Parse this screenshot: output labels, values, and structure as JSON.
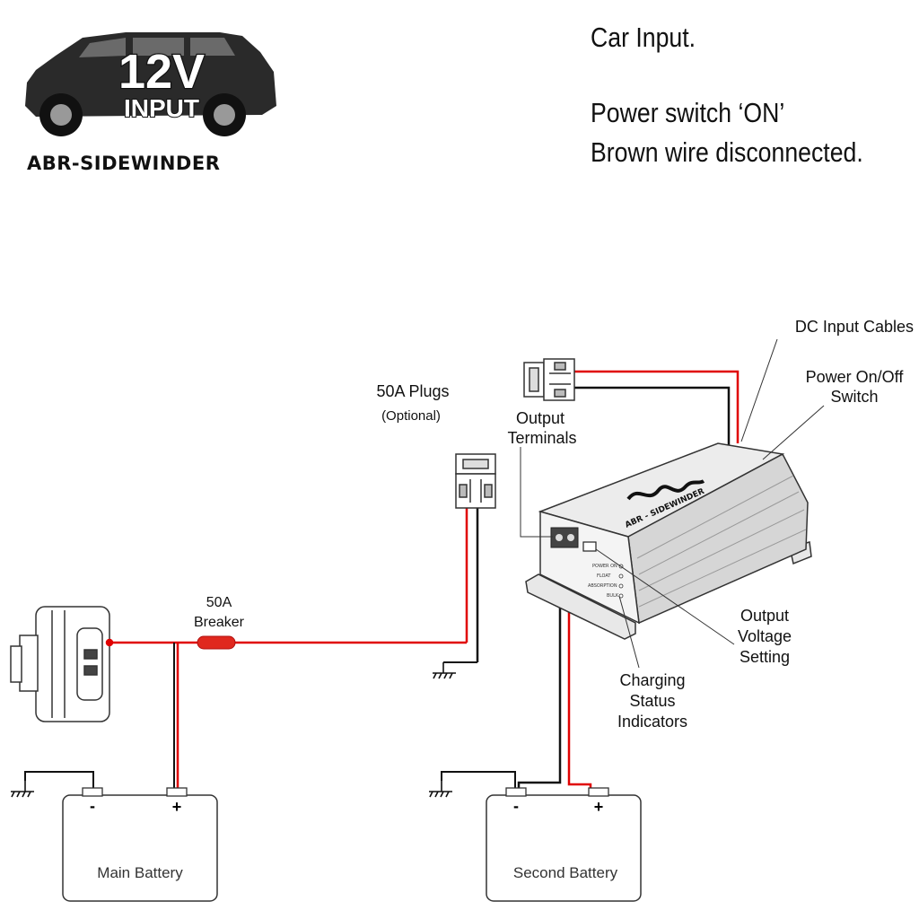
{
  "logo": {
    "voltage": "12V",
    "input_label": "INPUT",
    "product": "ABR-SIDEWINDER"
  },
  "notes": {
    "line1": "Car Input.",
    "line2": "Power switch ‘ON’",
    "line3": "Brown wire disconnected."
  },
  "labels": {
    "dc_input_cables": "DC Input Cables",
    "power_switch_1": "Power On/Off",
    "power_switch_2": "Switch",
    "plugs_50a": "50A Plugs",
    "optional": "(Optional)",
    "output_terminals_1": "Output",
    "output_terminals_2": "Terminals",
    "breaker_1": "50A",
    "breaker_2": "Breaker",
    "output_voltage_1": "Output",
    "output_voltage_2": "Voltage",
    "output_voltage_3": "Setting",
    "charging_1": "Charging",
    "charging_2": "Status",
    "charging_3": "Indicators",
    "main_battery": "Main Battery",
    "second_battery": "Second Battery",
    "minus": "-",
    "plus": "+"
  },
  "device": {
    "brand_text": "ABR - SIDEWINDER",
    "indicators": [
      "POWER ON",
      "FLOAT",
      "ABSORPTION",
      "BULK"
    ]
  },
  "colors": {
    "positive_wire": "#e00000",
    "negative_wire": "#111111",
    "breaker": "#e0281e",
    "device_body": "#dcdcdc"
  }
}
